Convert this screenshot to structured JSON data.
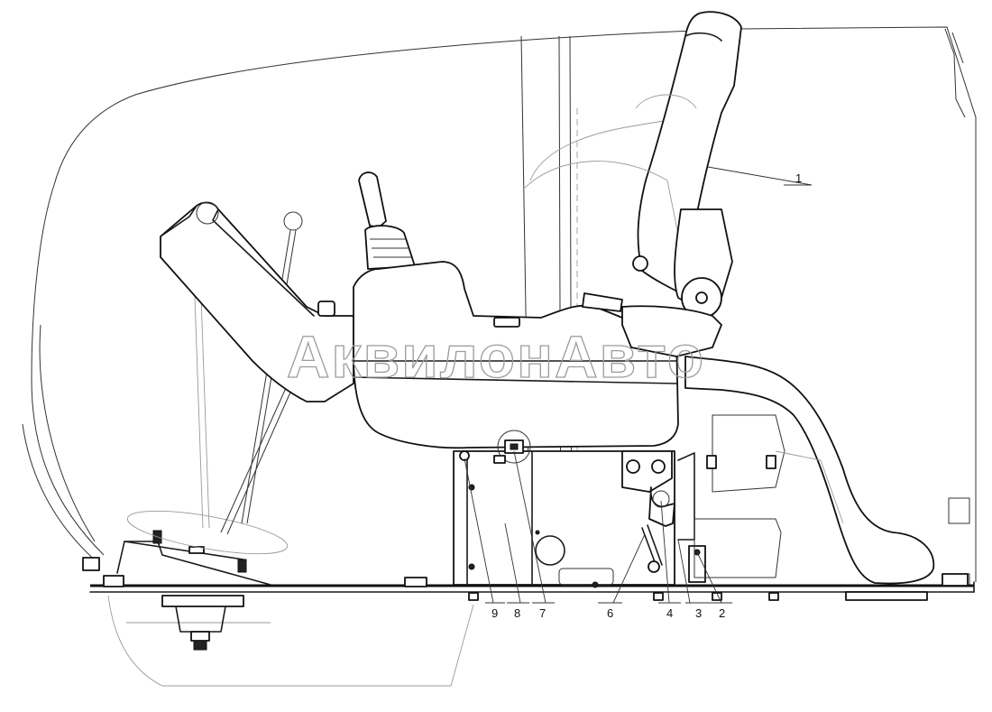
{
  "watermark": "АквилонАвто",
  "callouts": [
    {
      "id": "callout-1",
      "label": "1"
    },
    {
      "id": "callout-2",
      "label": "2"
    },
    {
      "id": "callout-3",
      "label": "3"
    },
    {
      "id": "callout-4",
      "label": "4"
    },
    {
      "id": "callout-6",
      "label": "6"
    },
    {
      "id": "callout-7",
      "label": "7"
    },
    {
      "id": "callout-8",
      "label": "8"
    },
    {
      "id": "callout-9",
      "label": "9"
    }
  ],
  "colors": {
    "line": "#1a1a1a",
    "hidden": "#9a9a9a",
    "watermark": "#9b9b9b",
    "background": "#ffffff"
  }
}
